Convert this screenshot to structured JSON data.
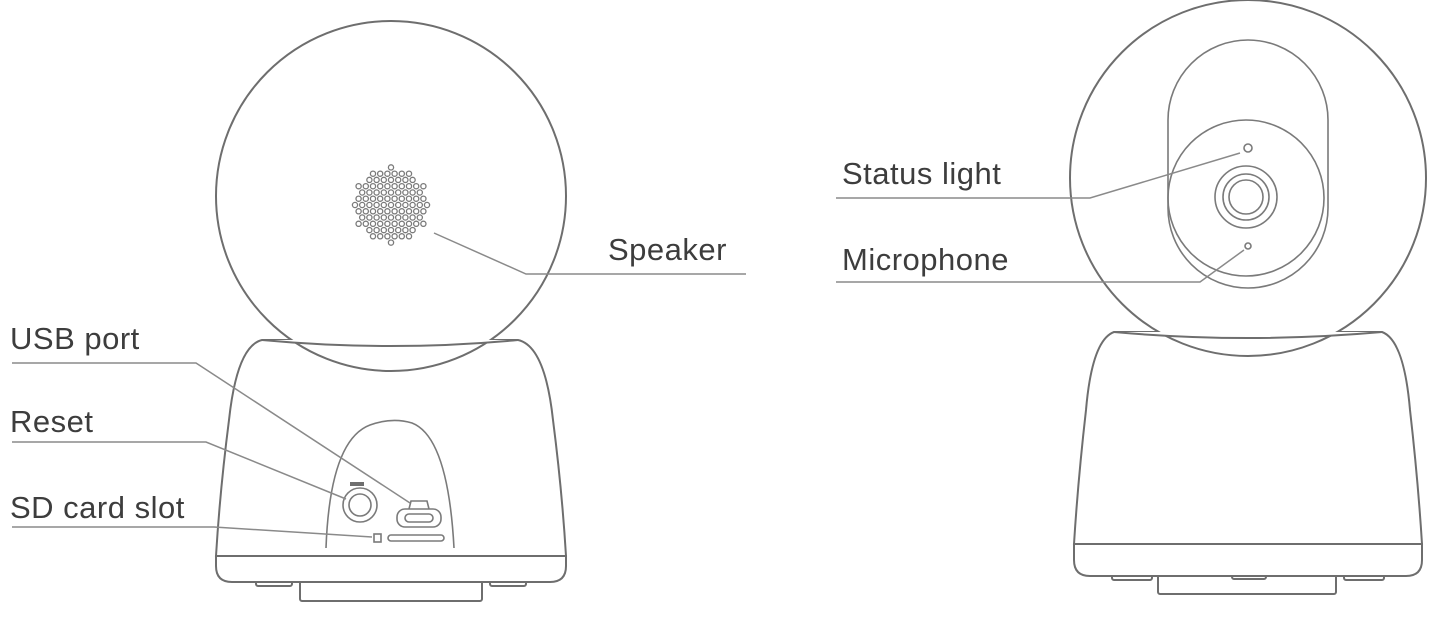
{
  "labels": {
    "speaker": "Speaker",
    "usb_port": "USB port",
    "reset": "Reset",
    "sd_card_slot": "SD card slot",
    "status_light": "Status light",
    "microphone": "Microphone"
  }
}
